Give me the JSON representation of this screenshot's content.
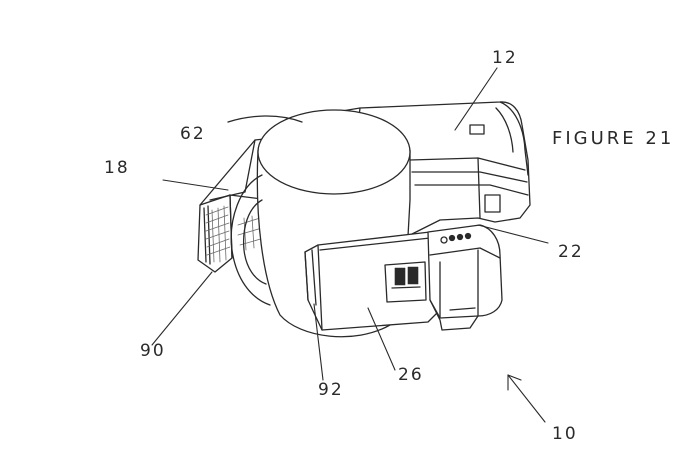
{
  "figure": {
    "title": "FIGURE 21"
  },
  "labels": {
    "l12": "12",
    "l62": "62",
    "l18": "18",
    "l22": "22",
    "l90": "90",
    "l92": "92",
    "l26": "26",
    "l10": "10"
  },
  "colors": {
    "ink": "#2a2a2a",
    "hatch": "#6a6a6a"
  }
}
